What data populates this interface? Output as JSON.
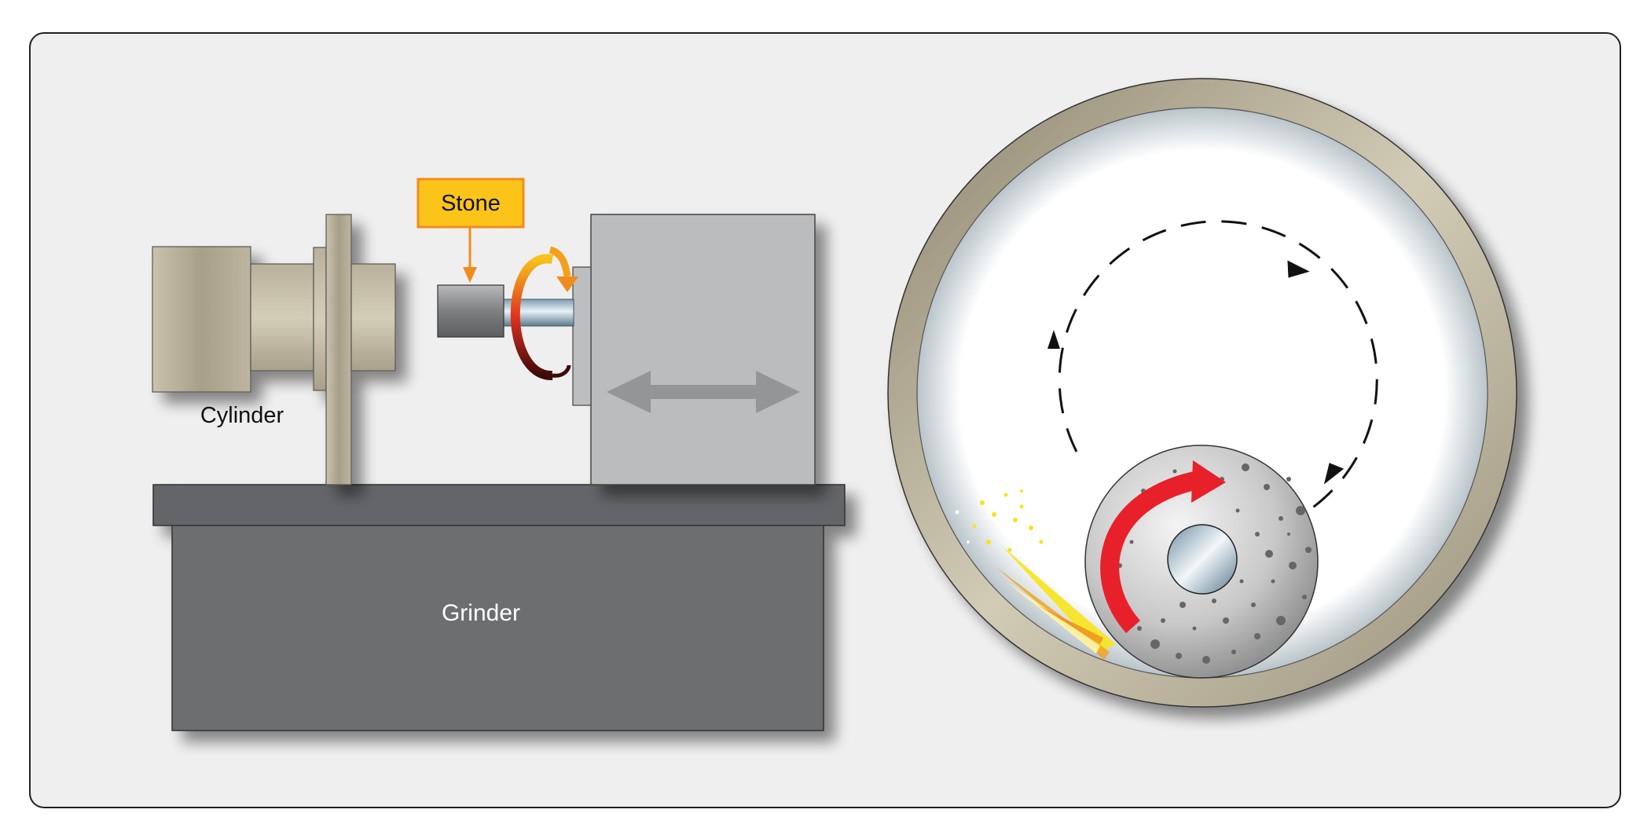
{
  "labels": {
    "stone": "Stone",
    "cylinder": "Cylinder",
    "grinder": "Grinder"
  },
  "colors": {
    "panel_bg": "#efefef",
    "panel_border": "#222222",
    "grinder_body": "#6d6e70",
    "grinder_top": "#646567",
    "carriage": "#bbbcbe",
    "cylinder_metal": "#b3ab95",
    "stone_callout_fill": "#fcc419",
    "stone_callout_border": "#f08c1c",
    "rotation_arrow": "#e8202a",
    "bore_ring": "#b2aa94",
    "travel_arrow": "#949597"
  },
  "icons": {
    "rotation": "circular-arrow-icon",
    "travel": "double-headed-arrow-icon",
    "orbit": "dashed-circular-path-icon"
  }
}
